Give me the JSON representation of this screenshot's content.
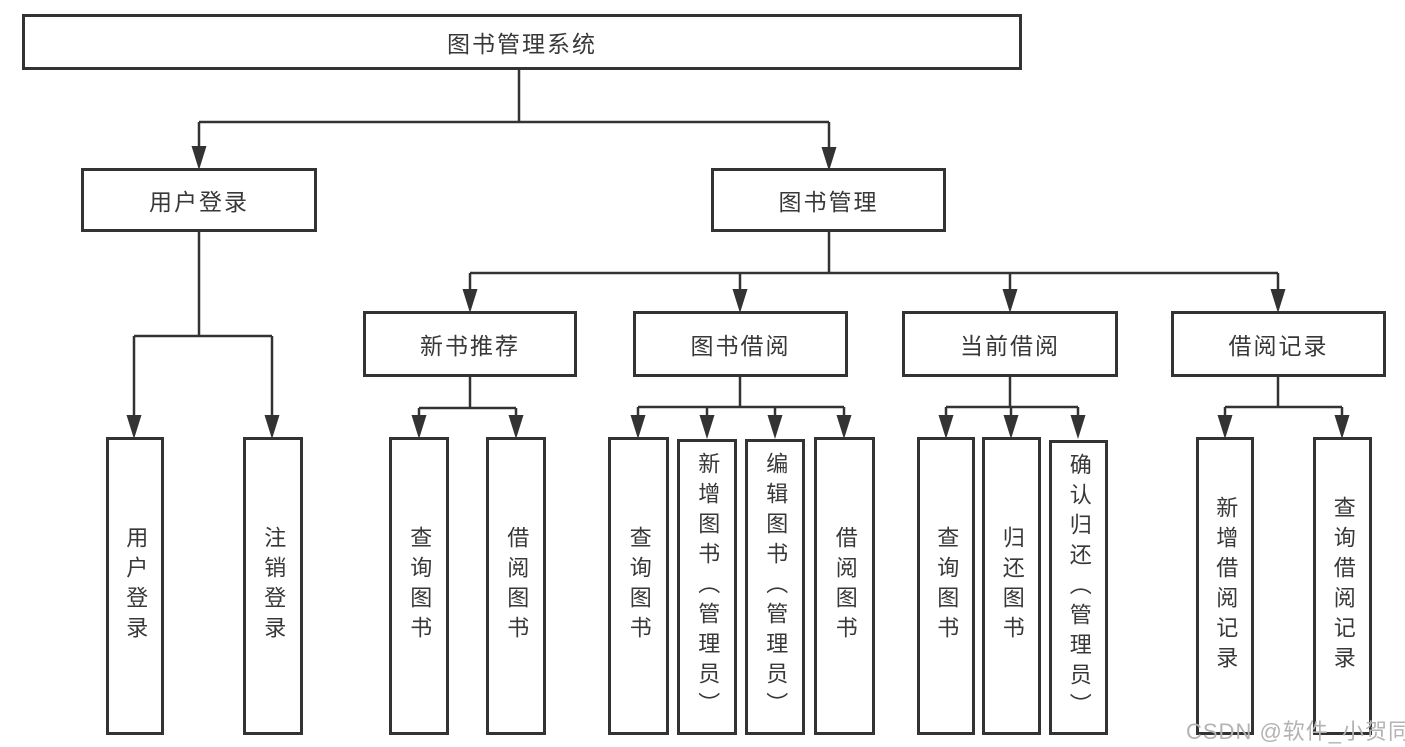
{
  "tree": {
    "label": "图书管理系统",
    "children": [
      {
        "label": "用户登录",
        "children": [
          {
            "label": "用户登录"
          },
          {
            "label": "注销登录"
          }
        ]
      },
      {
        "label": "图书管理",
        "children": [
          {
            "label": "新书推荐",
            "children": [
              {
                "label": "查询图书"
              },
              {
                "label": "借阅图书"
              }
            ]
          },
          {
            "label": "图书借阅",
            "children": [
              {
                "label": "查询图书"
              },
              {
                "label": "新增图书（管理员）"
              },
              {
                "label": "编辑图书（管理员）"
              },
              {
                "label": "借阅图书"
              }
            ]
          },
          {
            "label": "当前借阅",
            "children": [
              {
                "label": "查询图书"
              },
              {
                "label": "归还图书"
              },
              {
                "label": "确认归还（管理员）"
              }
            ]
          },
          {
            "label": "借阅记录",
            "children": [
              {
                "label": "新增借阅记录"
              },
              {
                "label": "查询借阅记录"
              }
            ]
          }
        ]
      }
    ]
  },
  "watermark": {
    "text": "CSDN @软件_小贺同学"
  },
  "colors": {
    "line": "#333333",
    "text": "#383838",
    "watermark": "#b3b3b3",
    "background": "#ffffff"
  }
}
